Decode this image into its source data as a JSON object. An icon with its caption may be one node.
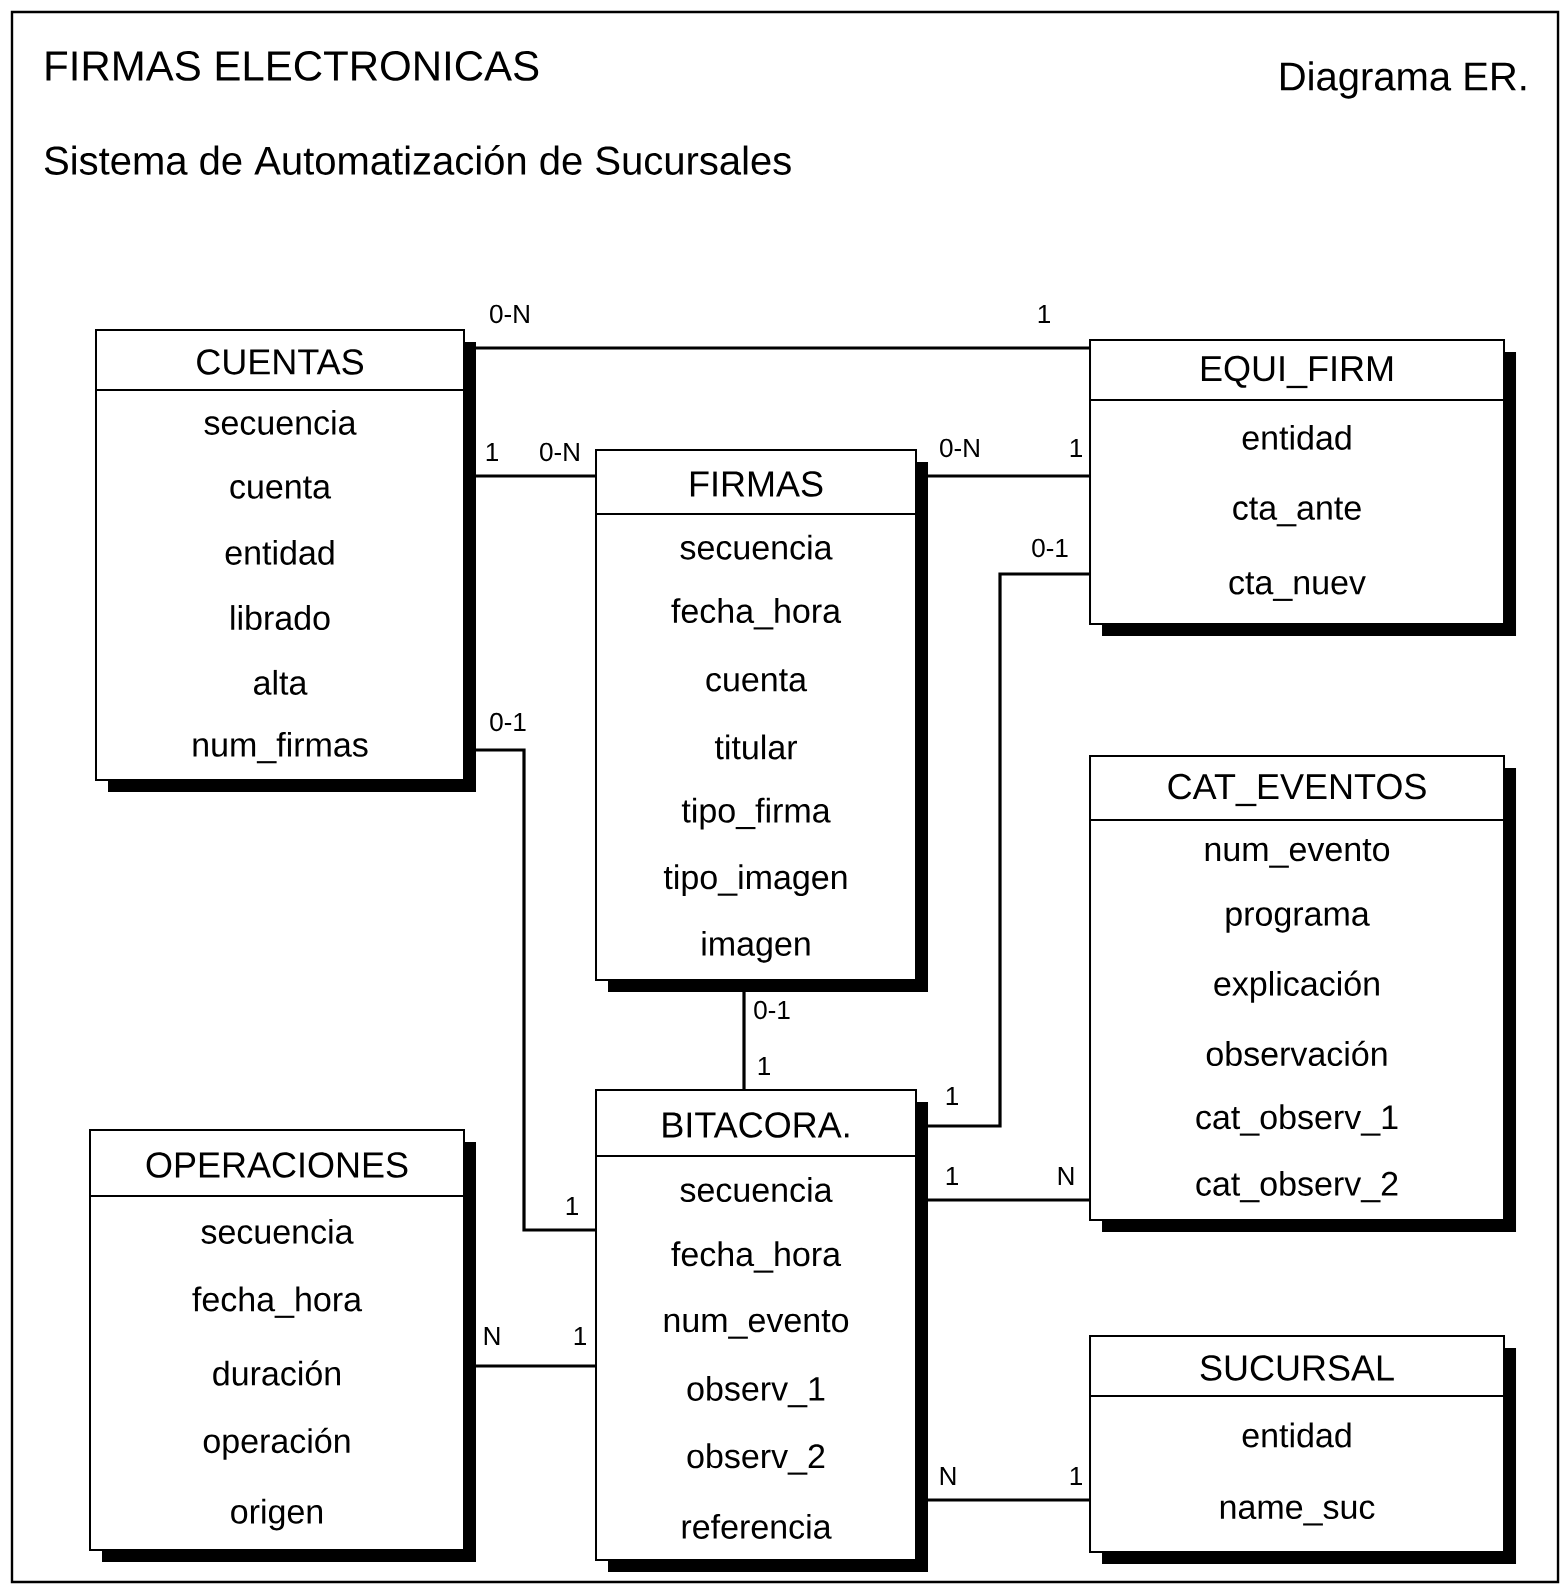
{
  "diagram": {
    "title": "FIRMAS ELECTRONICAS",
    "nodes": [
      {
        "text": [
          "CUENTAS",
          "secuencia",
          "cuenta",
          "entidad",
          "librado",
          "alta",
          "num_firmas"
        ]
      },
      {
        "text": [
          "FIRMAS",
          "secuencia",
          "fecha_hora",
          "cuenta",
          "titular",
          "tipo_firma",
          "tipo_imagen",
          "imagen"
        ]
      },
      {
        "text": [
          "EQUI_FIRM",
          "entidad",
          "cta_ante",
          "cta_nuev"
        ]
      },
      {
        "text": [
          "CAT_EVENTOS",
          "num_evento",
          "programa",
          "explicación",
          "observación",
          "cat_observ_1",
          "cat_observ_2"
        ]
      },
      {
        "text": [
          "BITACORA.",
          "secuencia",
          "fecha_hora",
          "num_evento",
          "observ_1",
          "observ_2",
          "referencia"
        ]
      },
      {
        "text": [
          "OPERACIONES",
          "secuencia",
          "fecha_hora",
          "duración",
          "operación",
          "origen"
        ]
      },
      {
        "text": [
          "SUCURSAL",
          "entidad",
          "name_suc"
        ]
      }
    ],
    "edges": [
      {
        "from": 0,
        "to": 2,
        "arrow": "none"
      },
      {
        "from": 0,
        "to": 1,
        "arrow": "none"
      },
      {
        "from": 1,
        "to": 2,
        "arrow": "none"
      },
      {
        "from": 0,
        "to": 4,
        "arrow": "none"
      },
      {
        "from": 1,
        "to": 4,
        "arrow": "none"
      },
      {
        "from": 4,
        "to": 2,
        "arrow": "none"
      },
      {
        "from": 4,
        "to": 3,
        "arrow": "none"
      },
      {
        "from": 5,
        "to": 4,
        "arrow": "none"
      },
      {
        "from": 4,
        "to": 6,
        "arrow": "none"
      }
    ],
    "labels": [
      "Diagrama ER.",
      "Sistema de Automatización de Sucursales",
      "0-N",
      "1",
      "1",
      "0-N",
      "0-N",
      "1",
      "0-1",
      "1",
      "0-1",
      "1",
      "1",
      "0-1",
      "1",
      "N",
      "N",
      "1",
      "N",
      "1"
    ]
  }
}
